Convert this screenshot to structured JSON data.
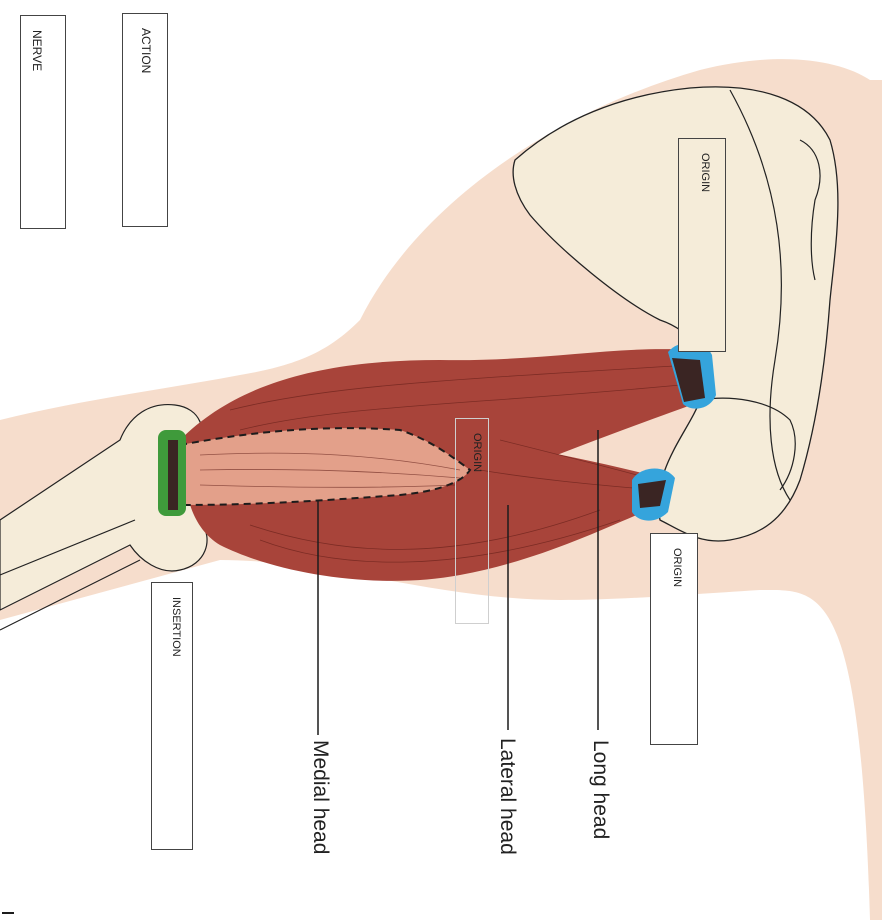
{
  "colors": {
    "skin": "#f6ddcc",
    "bone": "#f5ecd9",
    "muscle": "#a8443a",
    "muscle_dark": "#7c2a22",
    "tendon": "#e3a08a",
    "origin_highlight": "#35a4dc",
    "insertion_highlight": "#3f9a3b"
  },
  "boxes": {
    "nerve": "NERVE",
    "action": "ACTION",
    "origin_scapula": "ORIGIN",
    "origin_middle": "ORIGIN",
    "origin_lower": "ORIGIN",
    "insertion": "INSERTION"
  },
  "labels": {
    "medial_head": "Medial head",
    "lateral_head": "Lateral head",
    "long_head": "Long head"
  }
}
